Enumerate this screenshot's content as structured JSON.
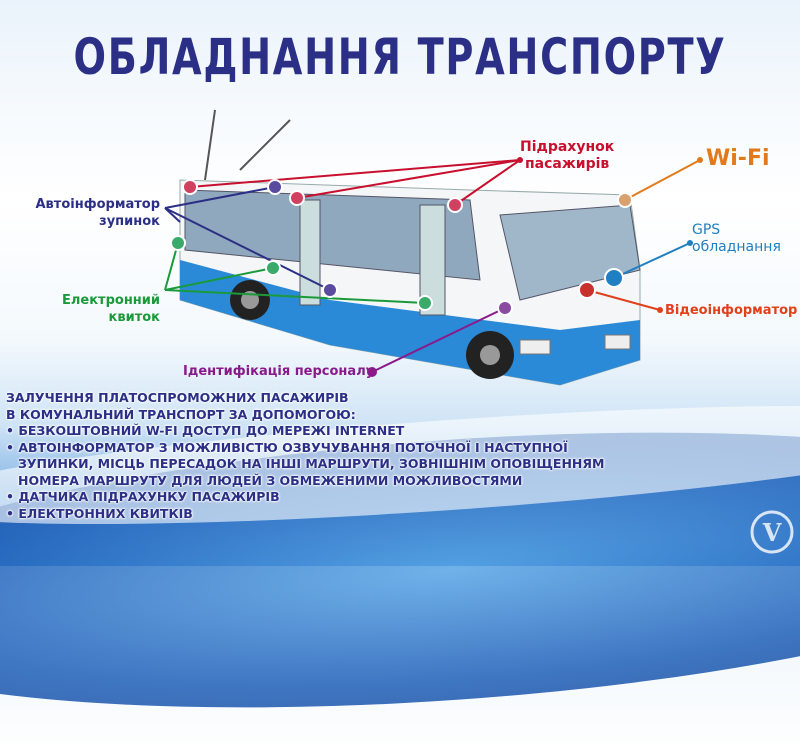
{
  "title": "ОБЛАДНАННЯ ТРАНСПОРТУ",
  "labels": {
    "passenger_count": [
      "Підрахунок",
      "пасажирів"
    ],
    "wifi": "Wi-Fi",
    "gps": [
      "GPS",
      "обладнання"
    ],
    "video": "Відеоінформатор",
    "autoinformer": [
      "Автоінформатор",
      "зупинок"
    ],
    "eticket": [
      "Електронний",
      "квиток"
    ],
    "staff_id": "Ідентифікація персоналу"
  },
  "bottom": {
    "heading": [
      "ЗАЛУЧЕННЯ ПЛАТОСПРОМОЖНИХ ПАСАЖИРІВ",
      "В КОМУНАЛЬНИЙ ТРАНСПОРТ ЗА ДОПОМОГОЮ:"
    ],
    "items": [
      "• БЕЗКОШТОВНИЙ W-FI ДОСТУП ДО МЕРЕЖІ INTERNET",
      "• АВТОІНФОРМАТОР З МОЖЛИВІСТЮ ОЗВУЧУВАННЯ ПОТОЧНОЇ І НАСТУПНОЇ",
      "ЗУПИНКИ, МІСЦЬ ПЕРЕСАДОК НА ІНШІ МАРШРУТИ, ЗОВНІШНІМ ОПОВІЩЕННЯМ",
      "НОМЕРА МАРШРУТУ ДЛЯ ЛЮДЕЙ З ОБМЕЖЕНИМИ МОЖЛИВОСТЯМИ",
      "• ДАТЧИКА ПІДРАХУНКУ ПАСАЖИРІВ",
      "• ЕЛЕКТРОННИХ КВИТКІВ"
    ]
  },
  "colors": {
    "title": "#2b2f86",
    "red": "#c8102e",
    "orange": "#e07a1a",
    "blue": "#1f7fc1",
    "green": "#1a9a3a",
    "purple": "#8a1a8a",
    "orangered": "#e0401a"
  }
}
